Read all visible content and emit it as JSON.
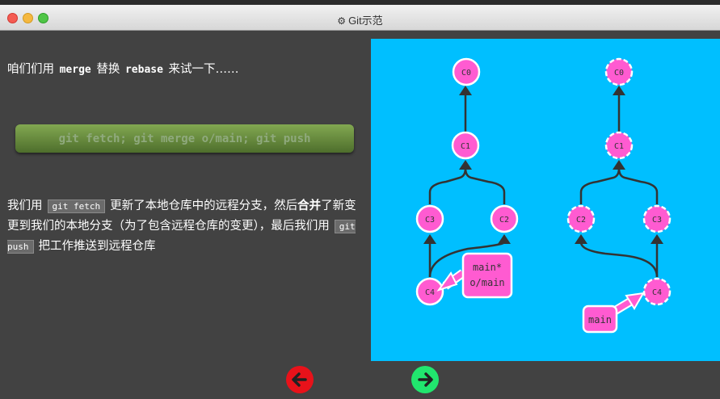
{
  "window": {
    "title": "Git示范"
  },
  "intro": {
    "p1": "咱们们用",
    "code1": "merge",
    "p2": "替换",
    "code2": "rebase",
    "p3": "来试一下……"
  },
  "command": {
    "text": "git fetch; git merge o/main; git push"
  },
  "description": {
    "t1": "我们用",
    "code1": "git fetch",
    "t2": "更新了本地仓库中的远程分支，然后",
    "bold": "合并",
    "t3": "了新变更到我们的本地分支（为了包含远程仓库的变更），最后我们用",
    "code2": "git push",
    "t4": "把工作推送到远程仓库"
  },
  "visualization": {
    "colors": {
      "background": "#00bfff",
      "commit": "#ff5bd1",
      "edge": "#333333"
    },
    "local": {
      "commits": [
        "C0",
        "C1",
        "C3",
        "C2",
        "C4"
      ],
      "branch_labels": [
        "main*",
        "o/main"
      ]
    },
    "remote": {
      "commits": [
        "C0",
        "C1",
        "C2",
        "C3",
        "C4"
      ],
      "branch_labels": [
        "main"
      ]
    }
  },
  "navigation": {
    "back_icon": "arrow-left-icon",
    "forward_icon": "arrow-right-icon"
  }
}
